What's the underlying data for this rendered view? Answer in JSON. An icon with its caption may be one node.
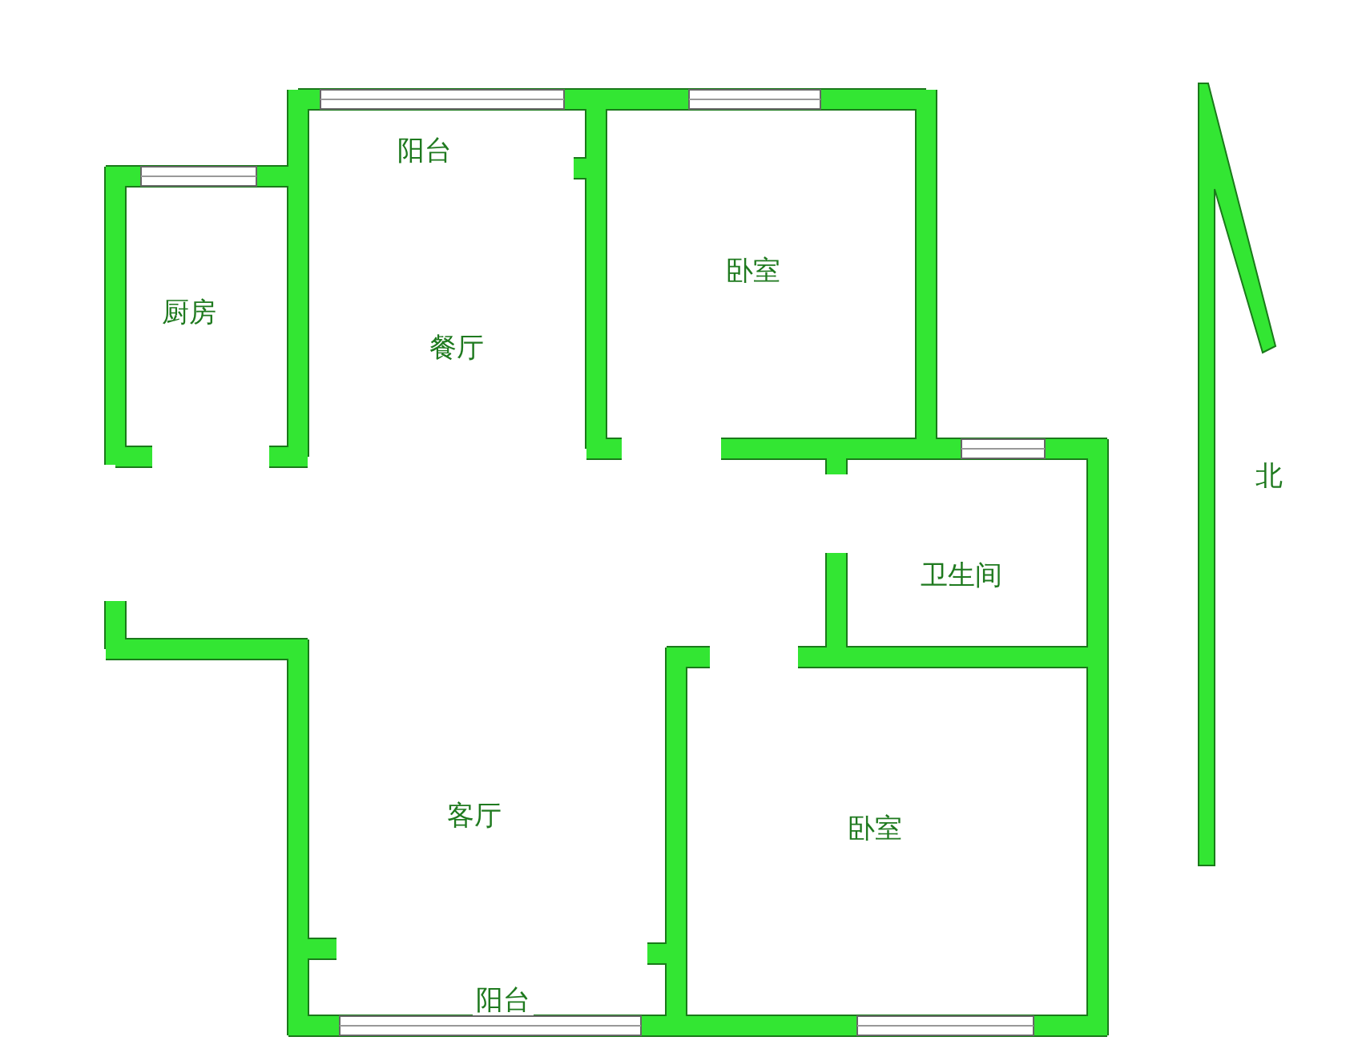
{
  "diagram": {
    "labels": [
      "阳台",
      "餐厅",
      "卧室",
      "厨房",
      "卫生间",
      "客厅",
      "卧室",
      "阳台",
      "北"
    ]
  }
}
